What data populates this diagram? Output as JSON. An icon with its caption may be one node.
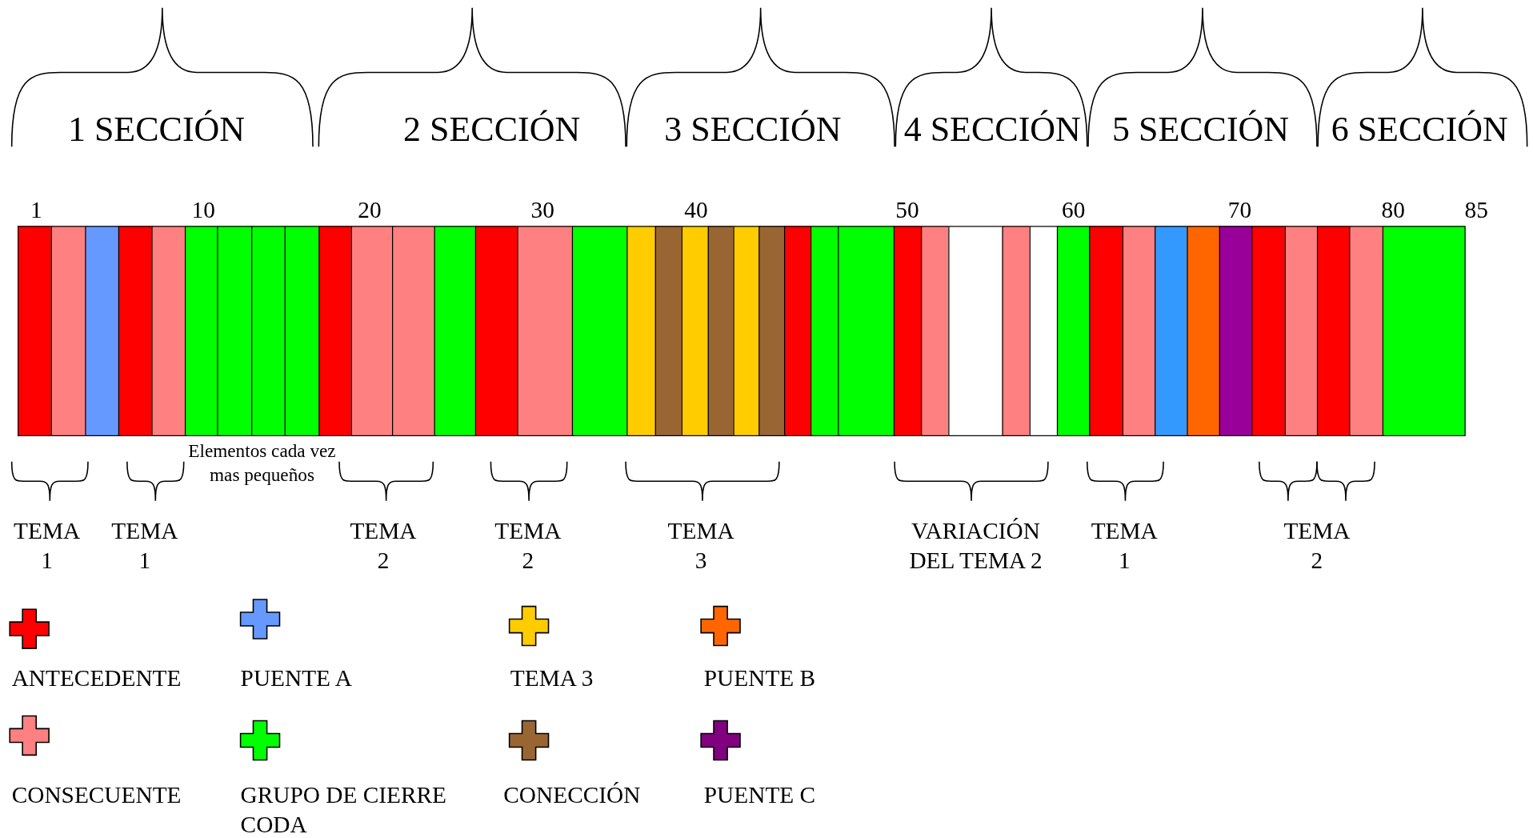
{
  "diagram": {
    "nodes": [
      {
        "text": [],
        "shape": "bar"
      },
      {
        "text": [],
        "shape": "bar"
      },
      {
        "text": [],
        "shape": "bar"
      },
      {
        "text": [],
        "shape": "bar"
      },
      {
        "text": [],
        "shape": "bar"
      },
      {
        "text": [],
        "shape": "bar"
      },
      {
        "text": [],
        "shape": "bar"
      },
      {
        "text": [],
        "shape": "bar"
      },
      {
        "text": [],
        "shape": "bar"
      },
      {
        "text": [],
        "shape": "bar"
      },
      {
        "text": [],
        "shape": "bar"
      },
      {
        "text": [],
        "shape": "bar"
      },
      {
        "text": [],
        "shape": "bar"
      },
      {
        "text": [],
        "shape": "bar"
      },
      {
        "text": [],
        "shape": "bar"
      },
      {
        "text": [],
        "shape": "bar"
      },
      {
        "text": [],
        "shape": "bar"
      },
      {
        "text": [],
        "shape": "bar"
      },
      {
        "text": [],
        "shape": "bar"
      },
      {
        "text": [],
        "shape": "bar"
      },
      {
        "text": [],
        "shape": "bar"
      },
      {
        "text": [],
        "shape": "bar"
      },
      {
        "text": [],
        "shape": "bar"
      },
      {
        "text": [],
        "shape": "bar"
      },
      {
        "text": [],
        "shape": "bar"
      },
      {
        "text": [],
        "shape": "bar"
      },
      {
        "text": [],
        "shape": "bar"
      },
      {
        "text": [],
        "shape": "bar"
      },
      {
        "text": [],
        "shape": "bar"
      },
      {
        "text": [],
        "shape": "bar"
      },
      {
        "text": [],
        "shape": "bar"
      },
      {
        "text": [],
        "shape": "bar"
      },
      {
        "text": [],
        "shape": "bar"
      },
      {
        "text": [],
        "shape": "bar"
      },
      {
        "text": [],
        "shape": "bar"
      },
      {
        "text": [],
        "shape": "bar"
      },
      {
        "text": [],
        "shape": "bar"
      },
      {
        "text": [],
        "shape": "bar"
      },
      {
        "text": [],
        "shape": "bar"
      },
      {
        "text": [],
        "shape": "bar"
      },
      {
        "text": [],
        "shape": "bar"
      }
    ],
    "labels": [
      "1 SECCIÓN",
      "2 SECCIÓN",
      "3 SECCIÓN",
      "4 SECCIÓN",
      "5  SECCIÓN",
      "6 SECCIÓN",
      "1",
      "10",
      "20",
      "30",
      "40",
      "50",
      "60",
      "70",
      "80",
      "85",
      "Elementos cada vez mas pequeños",
      "TEMA 1",
      "TEMA 1",
      "TEMA 2",
      "TEMA 2",
      "TEMA 3",
      "VARIACIÓN DEL TEMA 2",
      "TEMA 1",
      "TEMA 2"
    ],
    "legend": [
      {
        "text": "ANTECEDENTE",
        "color": "#ff0000"
      },
      {
        "text": "PUENTE A",
        "color": "#6699ff"
      },
      {
        "text": "TEMA 3",
        "color": "#ffcc00"
      },
      {
        "text": "PUENTE B",
        "color": "#ff6600"
      },
      {
        "text": "CONSECUENTE",
        "color": "#ff8080"
      },
      {
        "text": "GRUPO DE CIERRE CODA",
        "color": "#00ff00"
      },
      {
        "text": "CONECCIÓN",
        "color": "#996633"
      },
      {
        "text": "PUENTE C",
        "color": "#800080"
      }
    ]
  }
}
